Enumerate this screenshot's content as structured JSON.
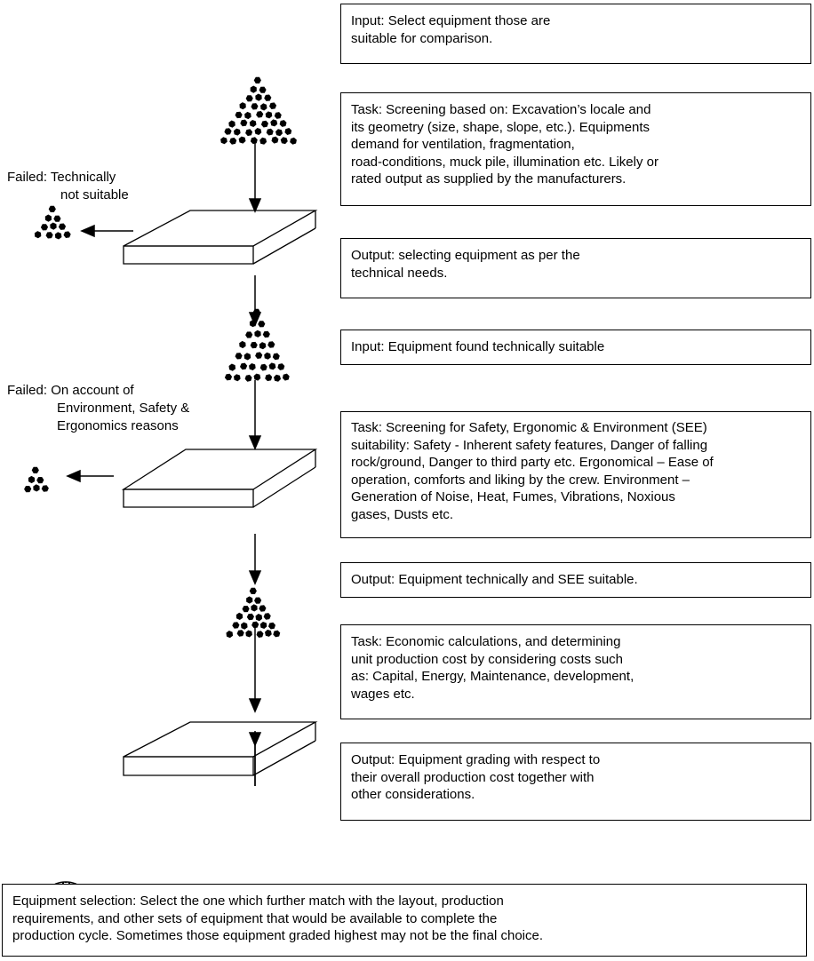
{
  "boxes": {
    "input_1": [
      "Input: Select equipment those are",
      "suitable for comparison."
    ],
    "task_1": [
      "Task: Screening based on: Excavation’s locale and",
      "its geometry (size, shape, slope, etc.). Equipments",
      "demand for ventilation, fragmentation,",
      "road-conditions, muck pile, illumination etc. Likely or",
      "rated output as supplied by the manufacturers."
    ],
    "output_1": [
      "Output: selecting equipment as per the",
      "technical needs."
    ],
    "input_2": [
      "Input: Equipment found technically suitable"
    ],
    "task_2": [
      "Task: Screening for Safety, Ergonomic & Environment (SEE)",
      "suitability: Safety - Inherent safety features, Danger of falling",
      "rock/ground, Danger to third party etc. Ergonomical – Ease of",
      "operation, comforts and liking by the crew. Environment –",
      "Generation of Noise, Heat, Fumes, Vibrations, Noxious",
      "gases, Dusts etc."
    ],
    "output_2": [
      "Output: Equipment technically and SEE suitable."
    ],
    "task_3": [
      "Task: Economic calculations, and determining",
      "unit production cost by considering costs such",
      "as: Capital, Energy, Maintenance, development,",
      "wages etc."
    ],
    "output_3": [
      "Output: Equipment grading with respect to",
      "their overall production cost together with",
      "other considerations."
    ],
    "final": [
      "Equipment selection: Select the one which further match with the layout, production",
      "requirements, and other sets of equipment that would be available  to complete the",
      "production cycle. Sometimes those equipment graded highest may not be the final choice."
    ]
  },
  "failed": {
    "technical": [
      "Failed:  Technically",
      "not suitable"
    ],
    "see": [
      "Failed:  On account of",
      "Environment, Safety &",
      "Ergonomics reasons"
    ]
  }
}
